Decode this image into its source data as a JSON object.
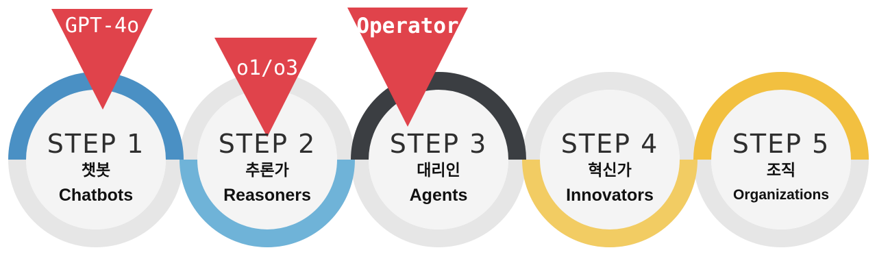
{
  "steps": [
    {
      "label": "STEP 1",
      "korean": "챗봇",
      "english": "Chatbots",
      "ring_color": "#4a90c4",
      "ring_state": "top-arc"
    },
    {
      "label": "STEP 2",
      "korean": "추론가",
      "english": "Reasoners",
      "ring_color": "#6fb3d8",
      "ring_state": "bottom-arc"
    },
    {
      "label": "STEP 3",
      "korean": "대리인",
      "english": "Agents",
      "ring_color": "#3b3e42",
      "ring_state": "top-arc"
    },
    {
      "label": "STEP 4",
      "korean": "혁신가",
      "english": "Innovators",
      "ring_color": "#f2cc63",
      "ring_state": "bottom-arc"
    },
    {
      "label": "STEP 5",
      "korean": "조직",
      "english": "Organizations",
      "ring_color": "#f2c040",
      "ring_state": "top-arc"
    }
  ],
  "badges": [
    {
      "text": "GPT-4o",
      "step": 1,
      "color": "#e0434b"
    },
    {
      "text": "o1/o3",
      "step": 2,
      "color": "#e0434b"
    },
    {
      "text": "Operator",
      "step": 3,
      "color": "#e0434b"
    }
  ],
  "colors": {
    "ring_gray": "#e6e6e6",
    "inner_fill": "#f4f4f4",
    "badge_red": "#e0434b"
  }
}
